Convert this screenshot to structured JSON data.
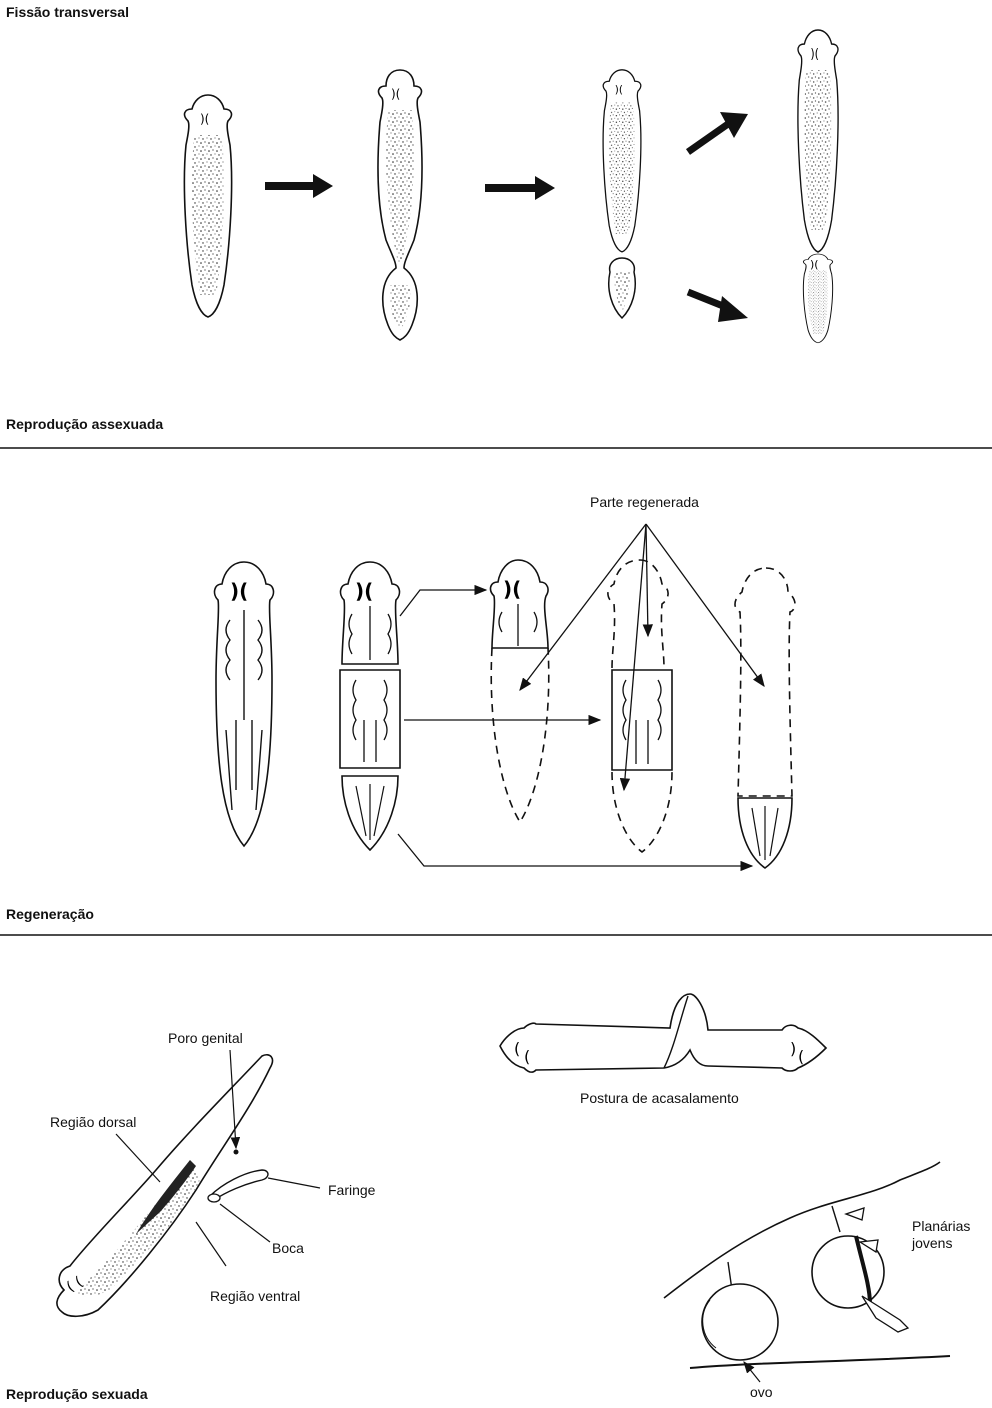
{
  "sections": {
    "fission_title": "Fissão transversal",
    "asexual_title": "Reprodução assexuada",
    "regeneration_title": "Regeneração",
    "sexual_title": "Reprodução sexuada"
  },
  "labels": {
    "regenerated_part": "Parte regenerada",
    "genital_pore": "Poro genital",
    "dorsal_region": "Região dorsal",
    "pharynx": "Faringe",
    "mouth": "Boca",
    "ventral_region": "Região ventral",
    "mating_posture": "Postura de acasalamento",
    "young_planarians_1": "Planárias",
    "young_planarians_2": "jovens",
    "egg": "ovo"
  }
}
